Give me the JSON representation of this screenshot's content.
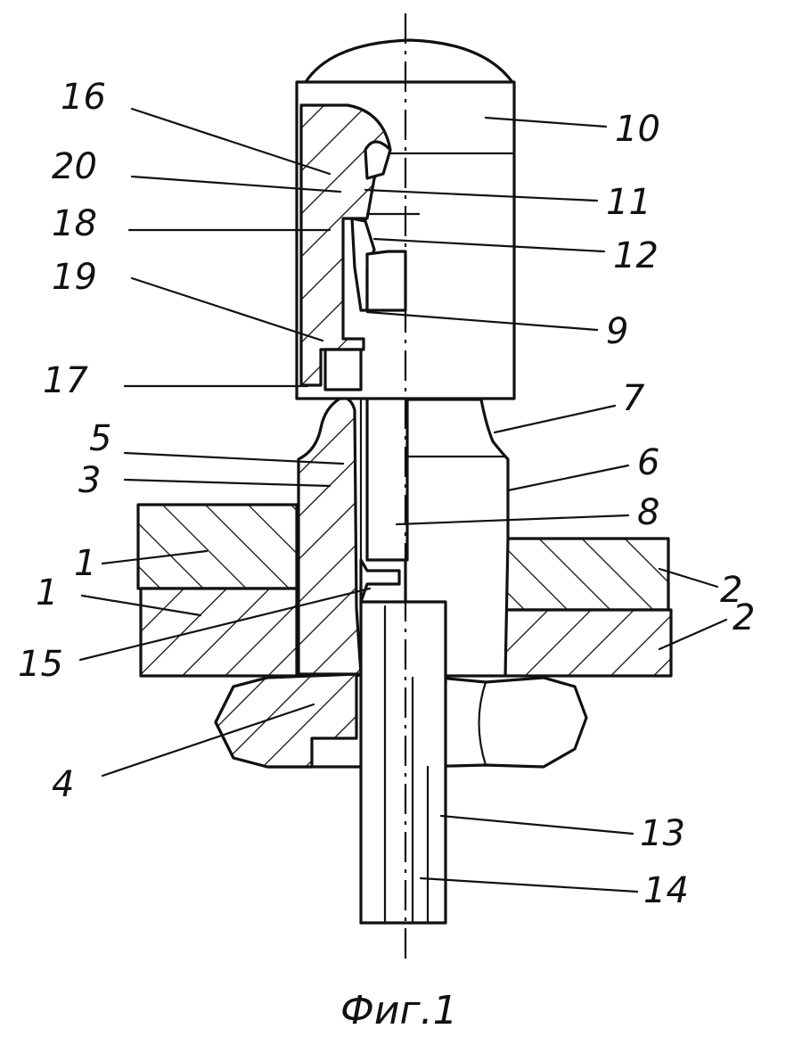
{
  "figure": {
    "caption": "Фиг.1",
    "callouts": [
      {
        "id": "16",
        "label": "16"
      },
      {
        "id": "20",
        "label": "20"
      },
      {
        "id": "18",
        "label": "18"
      },
      {
        "id": "19",
        "label": "19"
      },
      {
        "id": "17",
        "label": "17"
      },
      {
        "id": "5",
        "label": "5"
      },
      {
        "id": "3",
        "label": "3"
      },
      {
        "id": "1",
        "label": "1"
      },
      {
        "id": "1b",
        "label": "1"
      },
      {
        "id": "15",
        "label": "15"
      },
      {
        "id": "4",
        "label": "4"
      },
      {
        "id": "10",
        "label": "10"
      },
      {
        "id": "11",
        "label": "11"
      },
      {
        "id": "12",
        "label": "12"
      },
      {
        "id": "9",
        "label": "9"
      },
      {
        "id": "7",
        "label": "7"
      },
      {
        "id": "6",
        "label": "6"
      },
      {
        "id": "8",
        "label": "8"
      },
      {
        "id": "2",
        "label": "2"
      },
      {
        "id": "2b",
        "label": "2"
      },
      {
        "id": "13",
        "label": "13"
      },
      {
        "id": "14",
        "label": "14"
      }
    ]
  }
}
